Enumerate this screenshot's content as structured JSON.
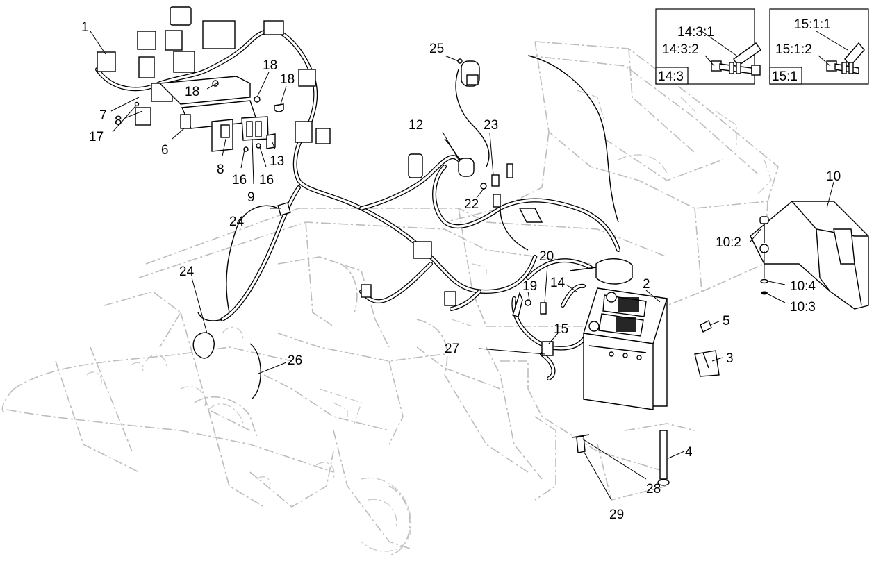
{
  "diagram": {
    "callouts": {
      "c1": "1",
      "c2": "2",
      "c3": "3",
      "c4": "4",
      "c5": "5",
      "c6": "6",
      "c7": "7",
      "c8a": "8",
      "c8b": "8",
      "c9": "9",
      "c10": "10",
      "c10_2": "10:2",
      "c10_3": "10:3",
      "c10_4": "10:4",
      "c12": "12",
      "c13": "13",
      "c14": "14",
      "c15": "15",
      "c16a": "16",
      "c16b": "16",
      "c17": "17",
      "c18a": "18",
      "c18b": "18",
      "c18c": "18",
      "c19": "19",
      "c20": "20",
      "c22": "22",
      "c23": "23",
      "c24a": "24",
      "c24b": "24",
      "c25": "25",
      "c26": "26",
      "c27": "27",
      "c28": "28",
      "c29": "29"
    },
    "insets": {
      "inset_14_3": {
        "title": "14:3",
        "label_a": "14:3:1",
        "label_b": "14:3:2"
      },
      "inset_15_1": {
        "title": "15:1",
        "label_a": "15:1:1",
        "label_b": "15:1:2"
      }
    }
  }
}
